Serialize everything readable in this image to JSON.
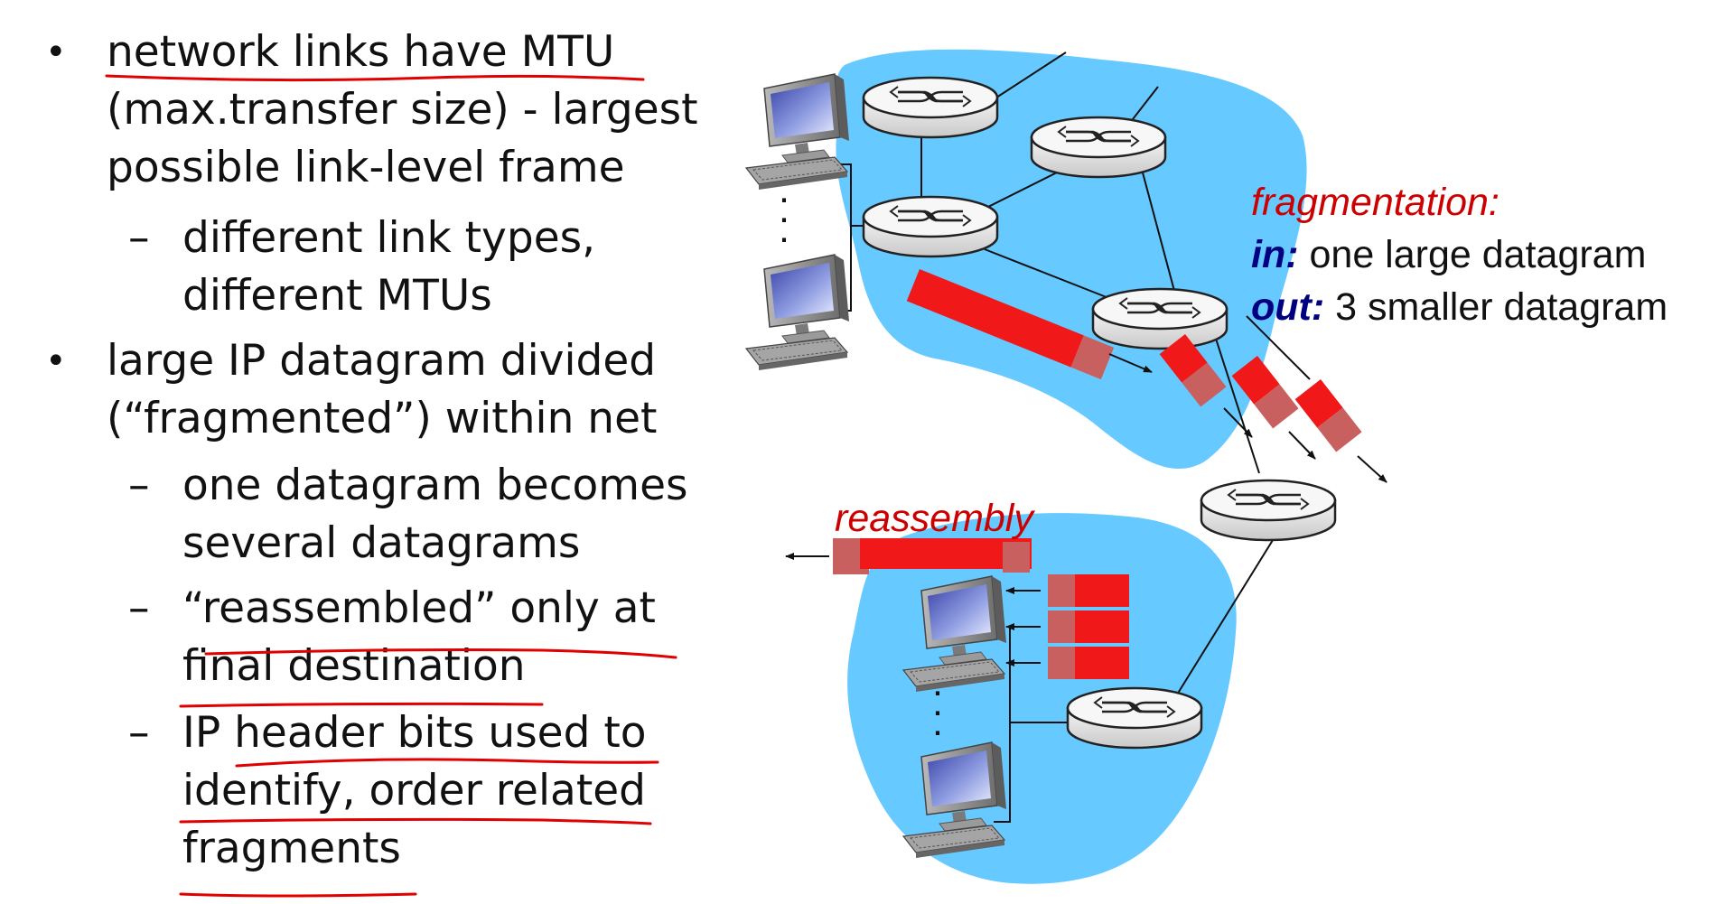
{
  "bullets": {
    "b1": {
      "marker": "•",
      "lines": [
        "network links have MTU",
        "(max.transfer size) - largest",
        "possible link-level frame"
      ]
    },
    "b1_sub1": {
      "marker": "–",
      "lines": [
        "different link types,",
        "different MTUs"
      ]
    },
    "b2": {
      "marker": "•",
      "lines": [
        "large IP datagram divided",
        "(“fragmented”) within net"
      ]
    },
    "b2_sub1": {
      "marker": "–",
      "lines": [
        "one datagram becomes",
        "several datagrams"
      ]
    },
    "b2_sub2": {
      "marker": "–",
      "lines": [
        "“reassembled” only at",
        "final destination"
      ]
    },
    "b2_sub3": {
      "marker": "–",
      "lines": [
        "IP header bits used to",
        "identify, order related",
        "fragments"
      ]
    }
  },
  "diagram": {
    "fragmentation_title": "fragmentation:",
    "in_label": "in:",
    "in_text": " one large datagram",
    "out_label": "out:",
    "out_text": " 3 smaller datagram",
    "reassembly_label": "reassembly",
    "ellipsis_dot": "."
  },
  "colors": {
    "network_cloud": "#66c9ff",
    "datagram": "#f01818",
    "header": "#c86060",
    "annotation_red": "#cc0000",
    "annotation_navy": "#000080",
    "underline": "#e00000"
  }
}
